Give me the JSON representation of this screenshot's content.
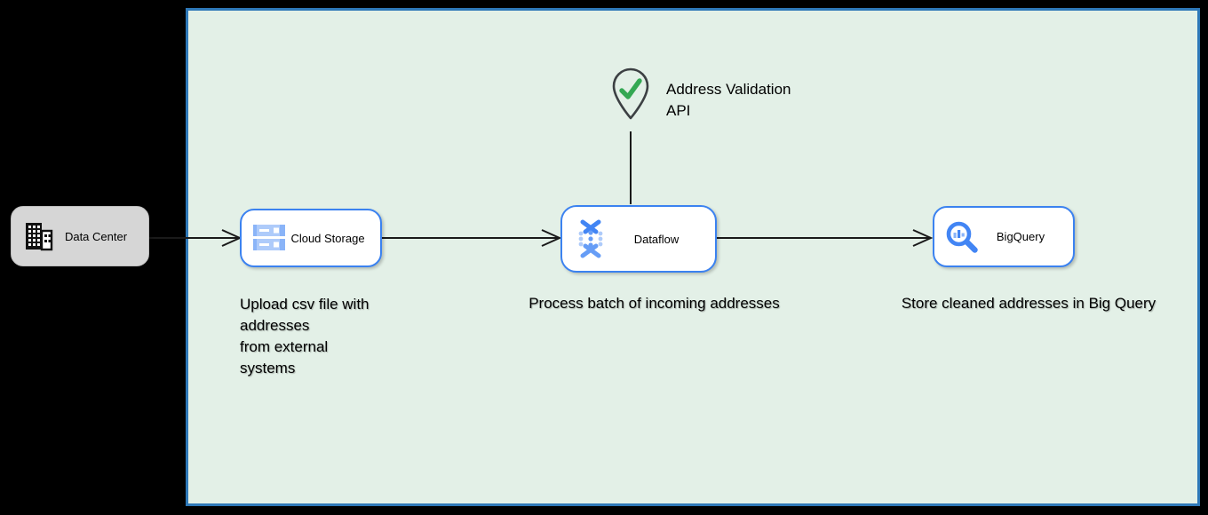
{
  "diagram": {
    "title": "Address validation pipeline diagram",
    "container": {
      "name": "google-cloud-boundary",
      "fill": "#e3f0e7",
      "border_color": "#2e78b8"
    }
  },
  "nodes": {
    "data_center": {
      "label": "Data Center",
      "fill": "#d6d6d6"
    },
    "cloud_storage": {
      "label": "Cloud Storage"
    },
    "dataflow": {
      "label": "Dataflow"
    },
    "bigquery": {
      "label": "BigQuery"
    },
    "address_validation": {
      "label": "Address Validation\nAPI"
    }
  },
  "captions": {
    "upload": "Upload csv file with\naddresses\nfrom external\nsystems",
    "process": "Process batch of incoming addresses",
    "store": "Store cleaned addresses in Big Query"
  },
  "icons": {
    "data_center_icon": "office-building",
    "cloud_storage_icon": "gcp-cloud-storage",
    "dataflow_icon": "gcp-dataflow",
    "bigquery_icon": "gcp-bigquery",
    "address_validation_icon": "map-pin-check"
  },
  "colors": {
    "node_border_blue": "#3b82f0",
    "google_blue": "#4285f4",
    "light_blue": "#aecbfa",
    "mid_blue": "#669df6",
    "check_green": "#34a853",
    "pin_outline": "#3c4043",
    "connector": "#1a1a1a",
    "canvas_background": "#000000"
  }
}
